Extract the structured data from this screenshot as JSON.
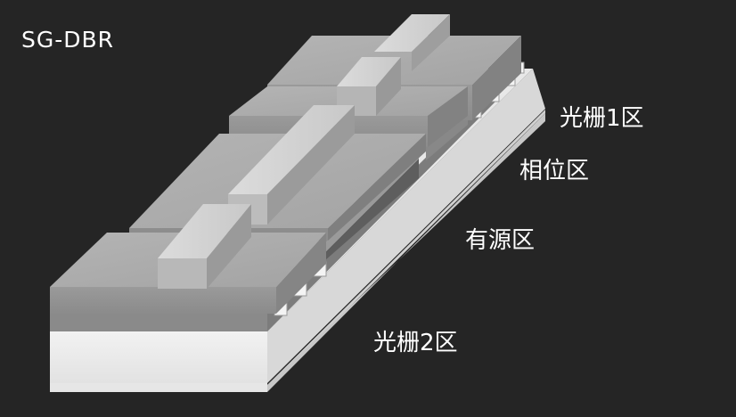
{
  "title": "SG-DBR",
  "labels": {
    "grating1": "光栅1区",
    "phase": "相位区",
    "active": "有源区",
    "grating2": "光栅2区"
  },
  "colors": {
    "background": "#252525",
    "label": "#ffffff"
  }
}
